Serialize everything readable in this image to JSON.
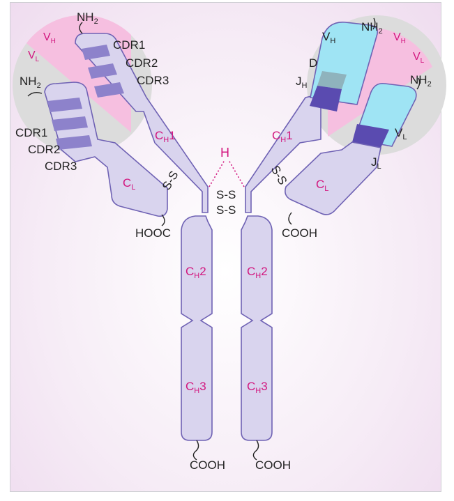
{
  "labels": {
    "cdr1": "CDR1",
    "cdr2": "CDR2",
    "cdr3": "CDR3",
    "nh2": "NH",
    "nh2_sub": "2",
    "cooh": "COOH",
    "hooc": "HOOC",
    "ss": "S-S",
    "hinge": "H",
    "v": "V",
    "c": "C",
    "j": "J",
    "d": "D",
    "sub_h": "H",
    "sub_l": "L",
    "domain_1": "1",
    "domain_2": "2",
    "domain_3": "3"
  },
  "colors": {
    "heavy_variable_zone": "#f6bfe0",
    "light_variable_zone": "#dcdcdc",
    "chain_fill": "#d9d4ee",
    "chain_stroke": "#6f62b4",
    "cdr_stripe": "#8d82cb",
    "v_segment": "#9fe4f4",
    "j_segment": "#5a4bb0",
    "d_segment": "#8fb3bd",
    "magenta_label": "#d2177f"
  }
}
